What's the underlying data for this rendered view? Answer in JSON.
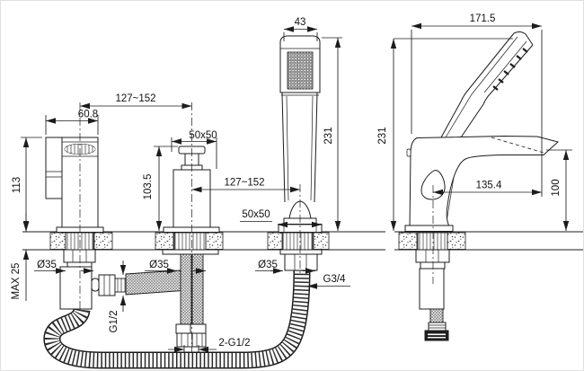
{
  "drawing": {
    "type": "bath-shower mixer installation drawing",
    "front_view": {
      "handshower_width": "43",
      "span_spout_to_diverter": "127~152",
      "spout_width": "60.8",
      "spout_height": "113",
      "diverter_escutcheon": "50x50",
      "diverter_height": "103.5",
      "span_diverter_to_holder": "127~152",
      "holder_escutcheon": "50x50",
      "handshower_length": "231",
      "deck_max_thickness": "MAX 25",
      "spout_hole_dia": "Ø35",
      "diverter_hole_dia": "Ø35",
      "holder_hole_dia": "Ø35",
      "spout_inlet_thread": "G1/2",
      "diverter_inlet_threads": "2-G1/2",
      "holder_outlet_thread": "G3/4"
    },
    "side_view": {
      "overall_depth": "171.5",
      "overall_height": "231",
      "spout_reach": "135.4",
      "spout_outlet_height": "100"
    }
  }
}
